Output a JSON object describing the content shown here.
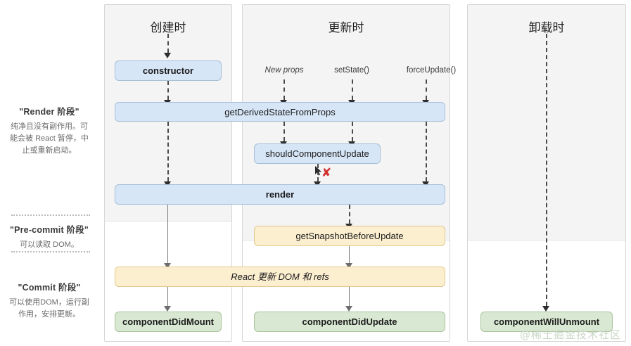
{
  "diagram": {
    "title_watermark": "@稀土掘金技术社区",
    "columns": [
      {
        "id": "mount",
        "title": "创建时"
      },
      {
        "id": "update",
        "title": "更新时"
      },
      {
        "id": "unmount",
        "title": "卸载时"
      }
    ],
    "phases": [
      {
        "id": "render",
        "title": "\"Render 阶段\"",
        "desc": "纯净且没有副作用。可能会被 React 暂停，中止或重新启动。"
      },
      {
        "id": "pre-commit",
        "title": "\"Pre-commit 阶段\"",
        "desc": "可以读取 DOM。"
      },
      {
        "id": "commit",
        "title": "\"Commit 阶段\"",
        "desc": "可以使用DOM，运行副作用，安排更新。"
      }
    ],
    "triggers": [
      {
        "label": "New props",
        "style": "italic"
      },
      {
        "label": "setState()",
        "style": "normal"
      },
      {
        "label": "forceUpdate()",
        "style": "normal"
      }
    ],
    "nodes": [
      {
        "id": "constructor",
        "label": "constructor",
        "color": "blue",
        "weight": "bold"
      },
      {
        "id": "getDerivedStateFromProps",
        "label": "getDerivedStateFromProps",
        "color": "blue",
        "weight": "normal"
      },
      {
        "id": "shouldComponentUpdate",
        "label": "shouldComponentUpdate",
        "color": "blue",
        "weight": "normal"
      },
      {
        "id": "render",
        "label": "render",
        "color": "blue",
        "weight": "bold"
      },
      {
        "id": "getSnapshotBeforeUpdate",
        "label": "getSnapshotBeforeUpdate",
        "color": "yellow",
        "weight": "normal"
      },
      {
        "id": "reactUpdateDom",
        "label": "React 更新 DOM 和 refs",
        "color": "yellow",
        "weight": "normal"
      },
      {
        "id": "componentDidMount",
        "label": "componentDidMount",
        "color": "green",
        "weight": "bold"
      },
      {
        "id": "componentDidUpdate",
        "label": "componentDidUpdate",
        "color": "green",
        "weight": "bold"
      },
      {
        "id": "componentWillUnmount",
        "label": "componentWillUnmount",
        "color": "green",
        "weight": "bold"
      }
    ],
    "annotations": {
      "skip_update_x": "✘"
    },
    "colors": {
      "blue_fill": "#d7e6f7",
      "blue_border": "#a7bfd8",
      "yellow_fill": "#fcefd0",
      "yellow_border": "#e2c88d",
      "green_fill": "#d9e8d2",
      "green_border": "#a9c49c",
      "band_fill": "#f4f4f4",
      "x_red": "#d32f2f"
    }
  }
}
